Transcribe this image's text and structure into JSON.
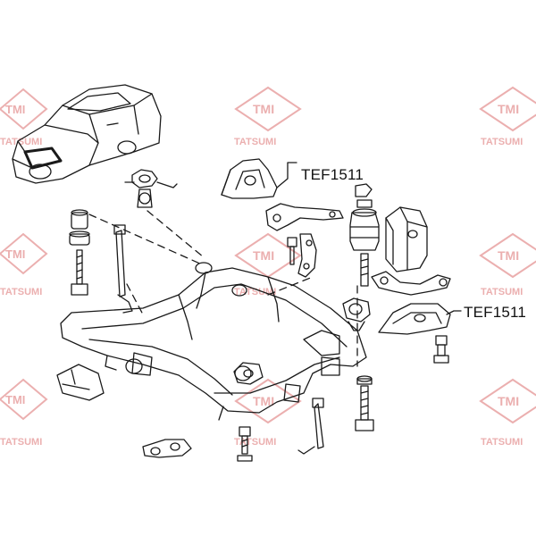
{
  "watermark": {
    "logo_text": "TMI",
    "brand_text": "TATSUMI",
    "color": "#e8a2a2"
  },
  "callouts": [
    {
      "id": "callout-upper",
      "label": "TEF1511"
    },
    {
      "id": "callout-lower",
      "label": "TEF1511"
    }
  ],
  "colors": {
    "line": "#1a1a1a",
    "background": "#ffffff"
  }
}
